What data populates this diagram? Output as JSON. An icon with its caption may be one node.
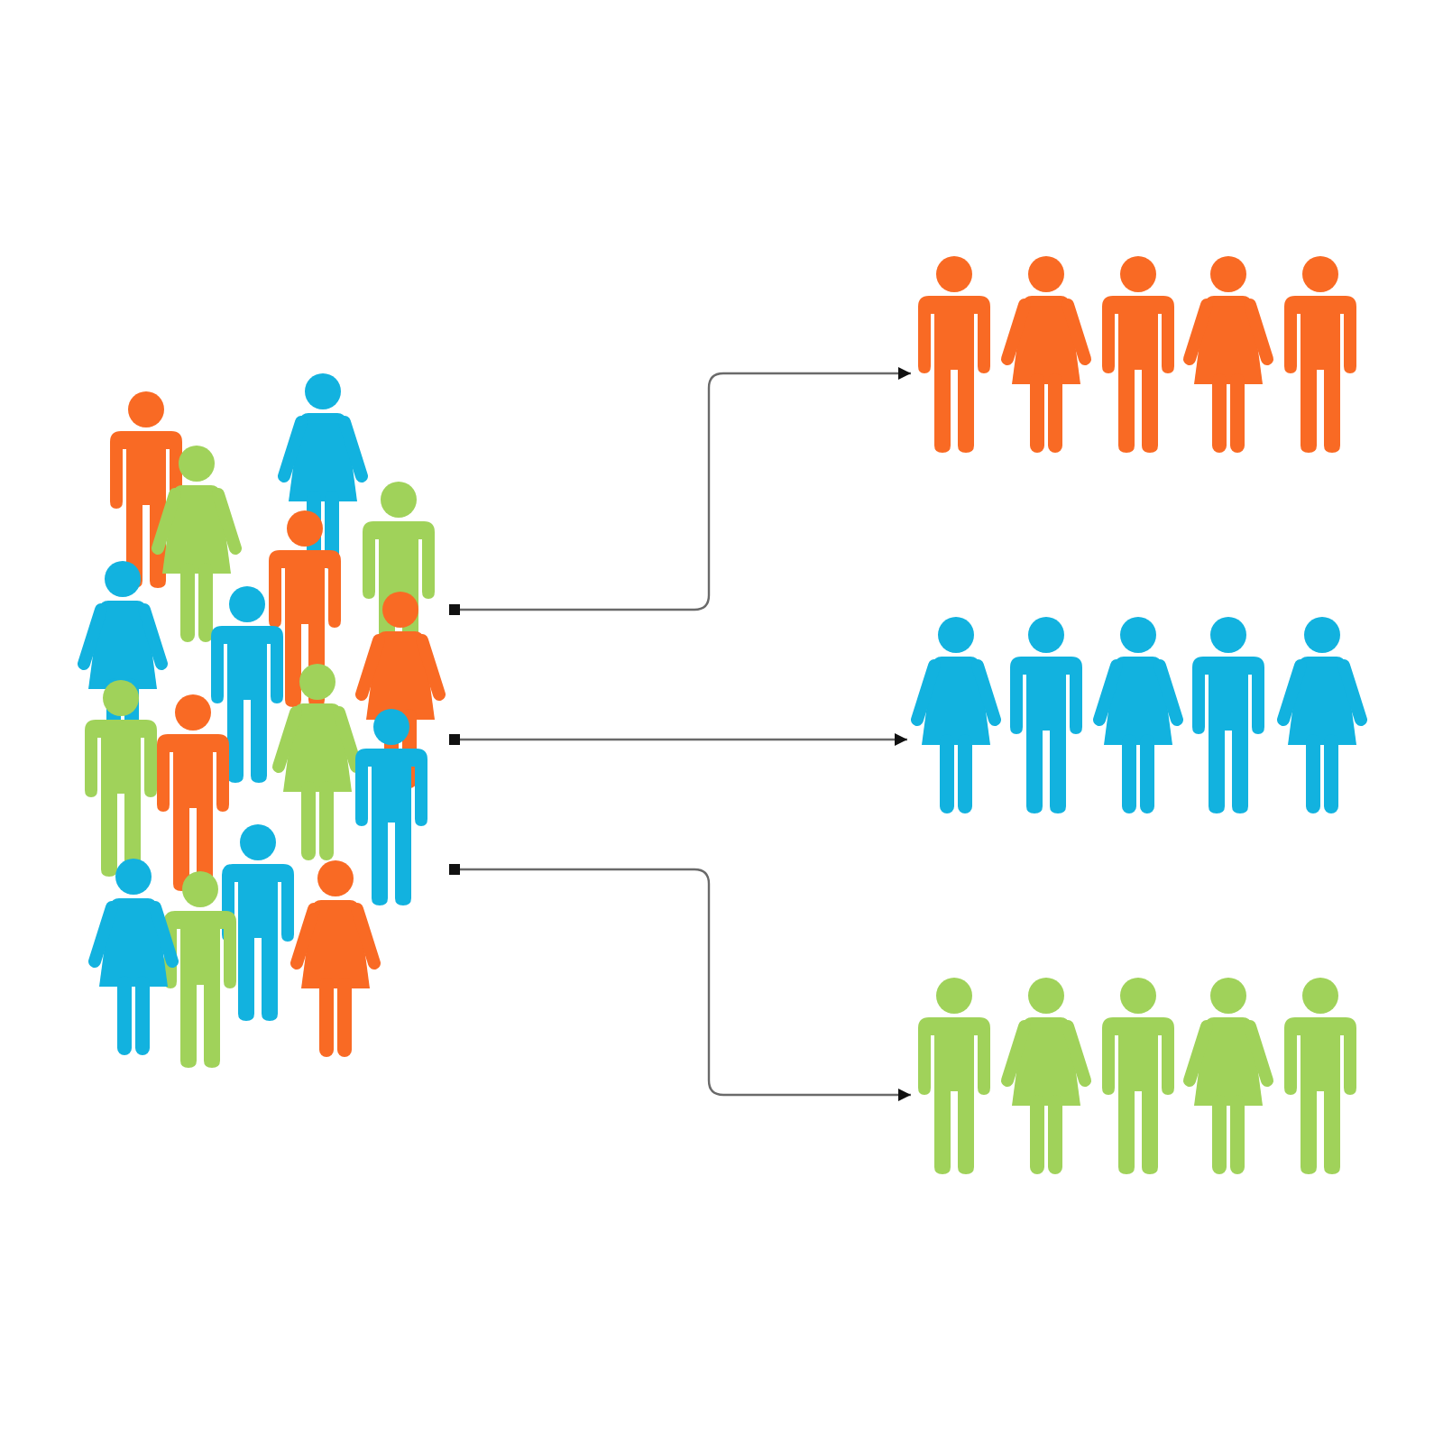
{
  "diagram": {
    "nodes": [
      {
        "text": [],
        "shape": "picture"
      },
      {
        "text": [],
        "shape": "picture"
      },
      {
        "text": [],
        "shape": "picture"
      },
      {
        "text": [],
        "shape": "picture"
      }
    ],
    "edges": [
      {
        "from": 0,
        "to": 1,
        "arrow": "to"
      },
      {
        "from": 0,
        "to": 2,
        "arrow": "to"
      },
      {
        "from": 0,
        "to": 3,
        "arrow": "to"
      }
    ]
  }
}
